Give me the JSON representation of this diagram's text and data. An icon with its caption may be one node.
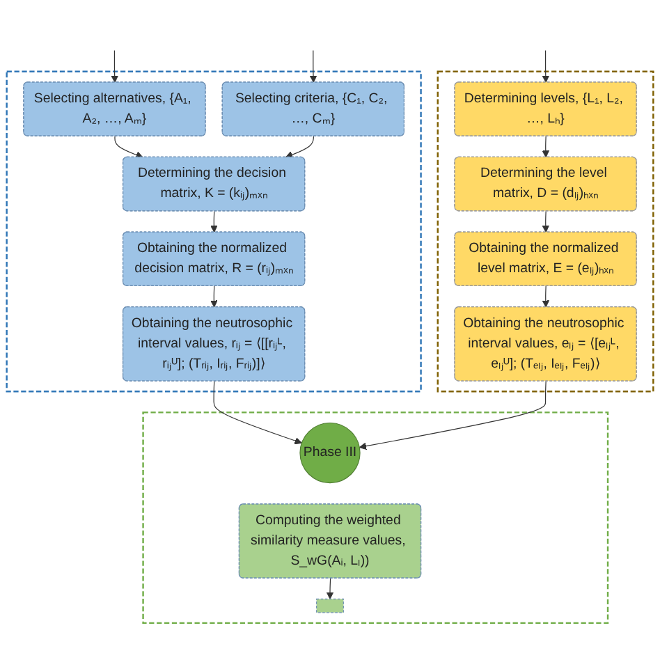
{
  "diagram": {
    "nodes": [
      {
        "text": [],
        "shape": "box"
      },
      {
        "text": [
          "Selecting alternatives, {A₁, A₂, …, Aₘ}"
        ],
        "in": 0
      },
      {
        "text": [
          "Selecting criteria, {C₁, C₂, …, Cₘ}"
        ],
        "in": 0
      },
      {
        "text": [
          "Determining the decision matrix, K = (kᵢⱼ)ₘₓₙ"
        ],
        "in": 0
      },
      {
        "text": [
          "Obtaining the normalized decision matrix, R = (rᵢⱼ)ₘₓₙ"
        ],
        "in": 0
      },
      {
        "text": [
          "Obtaining the neutrosophic interval values, rᵢⱼ = ⟨[[rᵢⱼᴸ, rᵢⱼᵁ]; (Tᵣᵢⱼ, Iᵣᵢⱼ, Fᵣᵢⱼ)]⟩"
        ],
        "in": 0
      },
      {
        "text": [],
        "shape": "box"
      },
      {
        "text": [
          "Determining levels, {L₁, L₂, …, Lₕ}"
        ],
        "in": 6
      },
      {
        "text": [
          "Determining the level matrix, D = (dₗⱼ)ₕₓₙ"
        ],
        "in": 6
      },
      {
        "text": [
          "Obtaining the normalized level matrix, E = (eₗⱼ)ₕₓₙ"
        ],
        "in": 6
      },
      {
        "text": [
          "Obtaining the neutrosophic interval values, eₗⱼ = ⟨[eₗⱼᴸ, eₗⱼᵁ]; (Tₑₗⱼ, Iₑₗⱼ, Fₑₗⱼ)⟩"
        ],
        "in": 6
      },
      {
        "text": [],
        "shape": "box"
      },
      {
        "text": [
          "Phase III"
        ],
        "in": 11
      },
      {
        "text": [
          "Computing the weighted similarity measure values, S_wG(Aᵢ, Lₗ))"
        ],
        "in": 11
      },
      {
        "text": [],
        "shape": "box",
        "in": 11
      }
    ],
    "edges": [
      {
        "from": null,
        "to": 1,
        "arrow": "to"
      },
      {
        "from": null,
        "to": 2,
        "arrow": "to"
      },
      {
        "from": null,
        "to": 7,
        "arrow": "to"
      },
      {
        "from": 1,
        "to": 3,
        "arrow": "to"
      },
      {
        "from": 2,
        "to": 3,
        "arrow": "to"
      },
      {
        "from": 3,
        "to": 4,
        "arrow": "to"
      },
      {
        "from": 4,
        "to": 5,
        "arrow": "to"
      },
      {
        "from": 7,
        "to": 8,
        "arrow": "to"
      },
      {
        "from": 8,
        "to": 9,
        "arrow": "to"
      },
      {
        "from": 9,
        "to": 10,
        "arrow": "to"
      },
      {
        "from": 5,
        "to": 12,
        "arrow": "to"
      },
      {
        "from": 10,
        "to": 12,
        "arrow": "to"
      },
      {
        "from": 13,
        "to": 14,
        "arrow": "to"
      }
    ]
  }
}
